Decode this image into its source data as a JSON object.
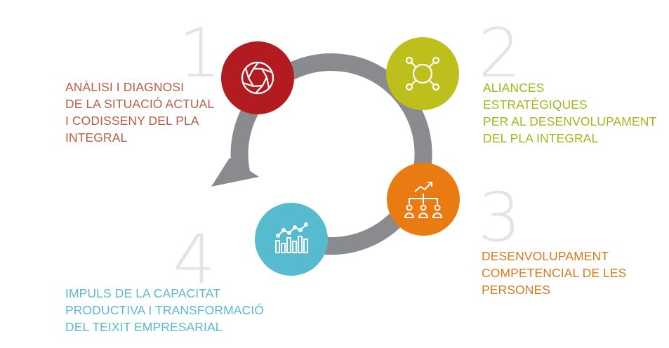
{
  "colors": {
    "ring": "#8a8b8f",
    "step1": "#b21b1f",
    "step2": "#bdc01c",
    "step3": "#ea7a12",
    "step4": "#57bbcf",
    "label1": "#b95e46",
    "label2": "#a6b51a",
    "label3": "#d9791f",
    "label4": "#5cb8cf",
    "number": "#e4e4e4"
  },
  "steps": [
    {
      "number": "1",
      "icon": "aperture-icon",
      "lines": [
        "ANÀLISI I DIAGNOSI",
        "DE LA SITUACIÓ ACTUAL",
        "I CODISSENY DEL PLA",
        "INTEGRAL"
      ]
    },
    {
      "number": "2",
      "icon": "network-hub-icon",
      "lines": [
        "ALIANCES",
        "ESTRATÈGIQUES",
        "PER AL DESENVOLUPAMENT",
        "DEL PLA INTEGRAL"
      ]
    },
    {
      "number": "3",
      "icon": "team-growth-icon",
      "lines": [
        "DESENVOLUPAMENT",
        "COMPETENCIAL DE LES",
        "PERSONES"
      ]
    },
    {
      "number": "4",
      "icon": "bar-chart-trend-icon",
      "lines": [
        "IMPULS DE LA CAPACITAT",
        "PRODUCTIVA I TRANSFORMACIÓ",
        "DEL TEIXIT EMPRESARIAL"
      ]
    }
  ]
}
